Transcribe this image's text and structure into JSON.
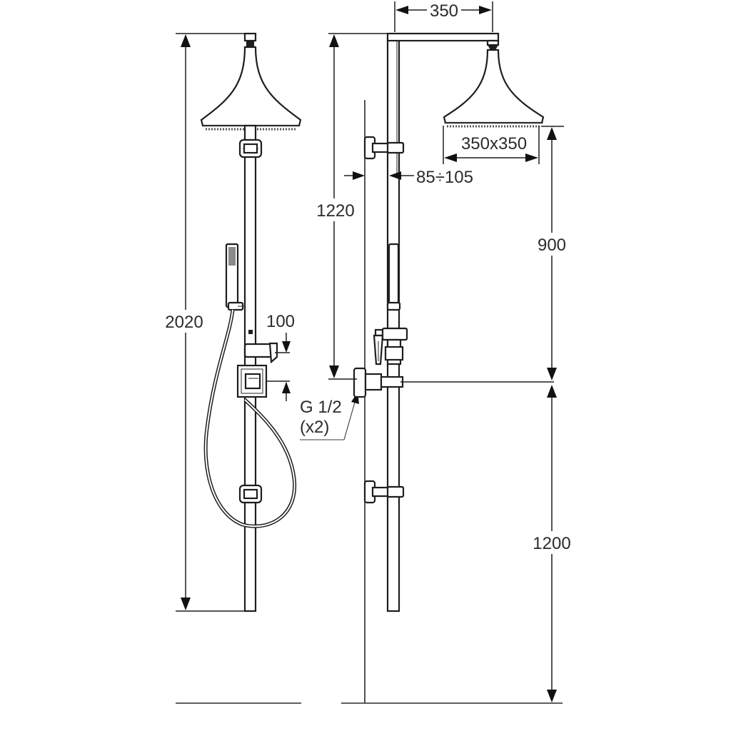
{
  "dimensions": {
    "total_height": "2020",
    "mixer_spacing": "100",
    "connection": "G 1/2",
    "connection_count": "(x2)",
    "arm_length": "350",
    "head_size": "350x350",
    "wall_distance": "85÷105",
    "head_to_connection": "1220",
    "connection_to_head_height": "900",
    "connection_height": "1200"
  },
  "colors": {
    "line": "#1e1e1e",
    "text": "#2b2b2b",
    "background": "#ffffff"
  }
}
